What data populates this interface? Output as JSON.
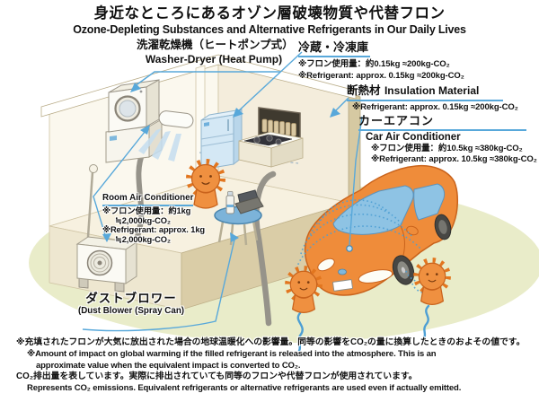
{
  "title": {
    "jp": "身近なところにあるオゾン層破壊物質や代替フロン",
    "en": "Ozone-Depleting Substances and Alternative Refrigerants in Our Daily Lives"
  },
  "labels": {
    "washer_dryer": {
      "jp": "洗濯乾燥機（ヒートポンプ式）",
      "en": "Washer-Dryer (Heat Pump)"
    },
    "refrigerator": {
      "jp": "冷蔵・冷凍庫",
      "note_jp": "※フロン使用量：約0.15kg ≈200kg-CO₂",
      "note_en": "※Refrigerant: approx. 0.15kg ≈200kg-CO₂"
    },
    "insulation": {
      "jp": "断熱材",
      "en": "Insulation Material",
      "note_en": "※Refrigerant: approx. 0.15kg ≈200kg-CO₂"
    },
    "car_ac": {
      "jp": "カーエアコン",
      "en": "Car Air Conditioner",
      "note_jp": "※フロン使用量：約10.5kg ≈380kg-CO₂",
      "note_en": "※Refrigerant: approx. 10.5kg ≈380kg-CO₂"
    },
    "room_ac": {
      "en": "Room Air Conditioner",
      "note_jp_1": "※フロン使用量：約1kg",
      "note_jp_2": "≒2,000kg-CO₂",
      "note_en_1": "※Refrigerant: approx. 1kg",
      "note_en_2": "≒2,000kg-CO₂"
    },
    "dust_blower": {
      "jp": "ダストブロワー",
      "en": "(Dust Blower (Spray Can)"
    }
  },
  "footnotes": {
    "jp_line1": "※充填されたフロンが大気に放出された場合の地球温暖化への影響量。同等の影響をCO₂の量に換算したときのおよその値です。",
    "en_line1": "※Amount of impact on global warming if the filled refrigerant is released into the atmosphere. This is an",
    "en_line2": "approximate value when the equivalent impact is converted to CO₂.",
    "jp_line2": "CO₂排出量を表しています。実際に排出されていても同等のフロンや代替フロンが使用されています。",
    "en_line3": "Represents CO₂ emissions. Equivalent refrigerants or alternative refrigerants are used even if actually emitted."
  },
  "colors": {
    "leader_line": "#58a8da",
    "car_body": "#ef8c3a",
    "ground": "#e9ecc9",
    "character": "#ef9040",
    "window_glass": "#8ec3e4",
    "house_wall": "#dacda7"
  }
}
